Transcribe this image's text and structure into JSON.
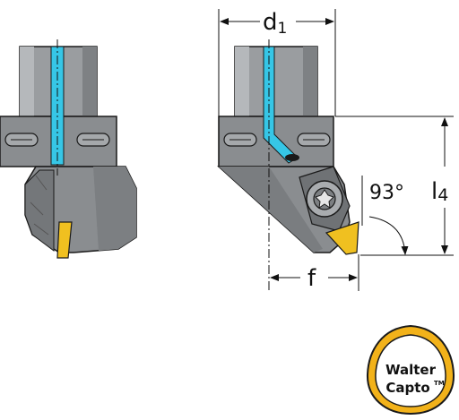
{
  "dimensions": {
    "d1": {
      "letter": "d",
      "subscript": "1"
    },
    "l4": {
      "letter": "l",
      "subscript": "4"
    },
    "f": {
      "letter": "f"
    },
    "angle": "93°"
  },
  "logo": {
    "line1": "Walter",
    "line2": "Capto",
    "mark": "TM"
  },
  "colors": {
    "body": "#8a8d90",
    "body_light": "#a7aaad",
    "body_dark": "#6f7275",
    "coolant": "#36c6e6",
    "insert": "#f0c020",
    "outline": "#1a1a1a",
    "logo_yellow": "#f2b21a"
  }
}
